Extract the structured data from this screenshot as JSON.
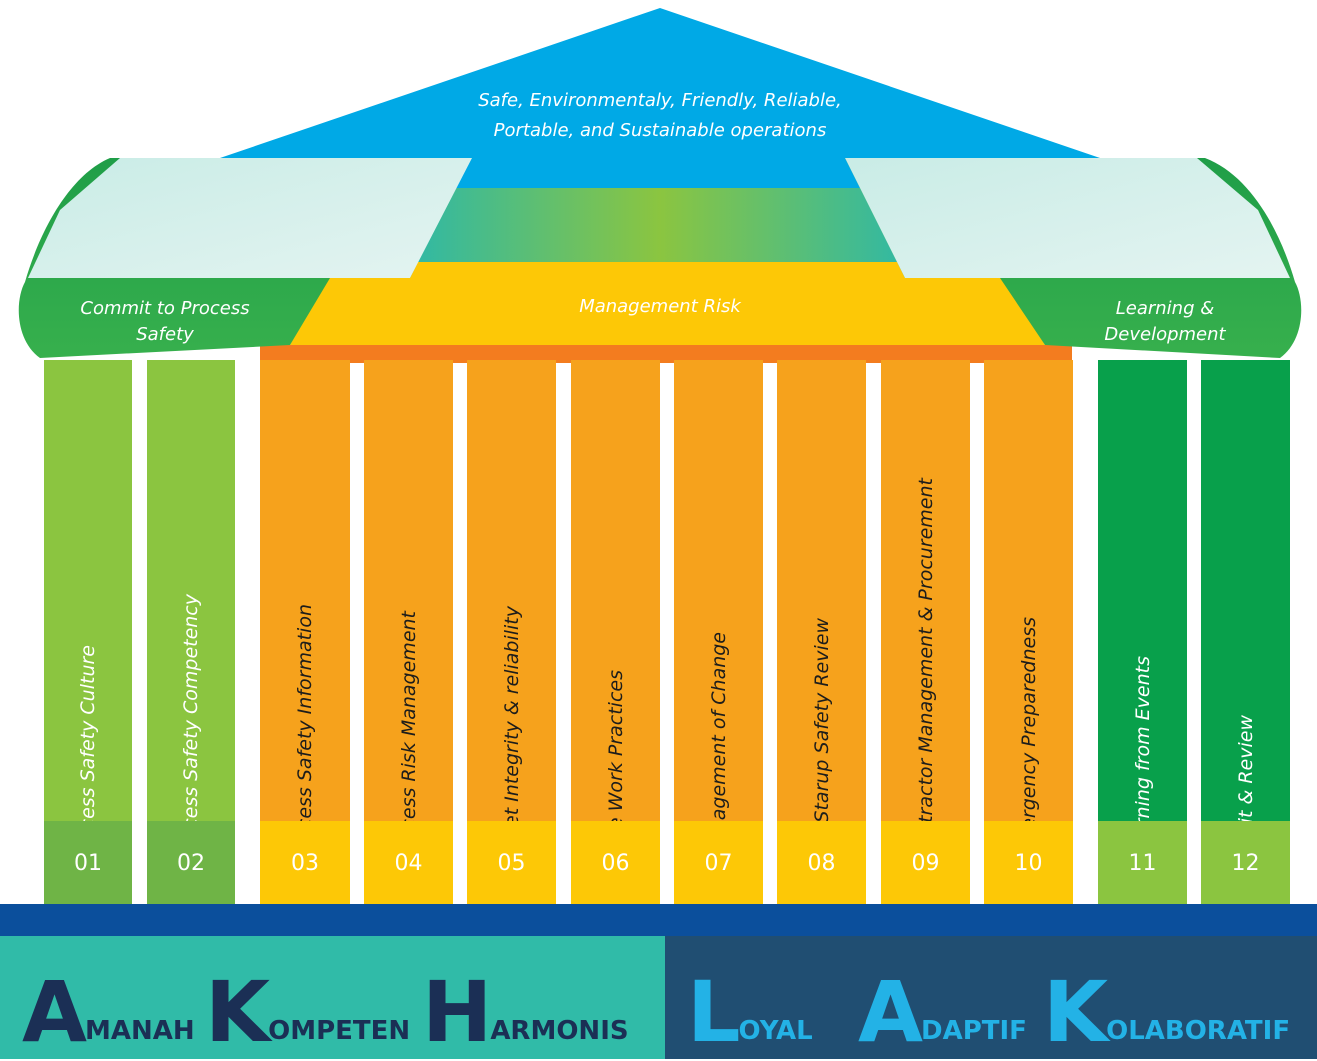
{
  "roof": {
    "line1": "Safe, Environmentaly, Friendly, Reliable,",
    "line2": "Portable, and Sustainable operations"
  },
  "banners": {
    "left": "Commit to Process Safety",
    "center": "Management Risk",
    "right": "Learning & Development"
  },
  "pillars": [
    {
      "label": "Process Safety Culture",
      "num": "01",
      "group": "commit"
    },
    {
      "label": "Process Safety Competency",
      "num": "02",
      "group": "commit"
    },
    {
      "label": "Process Safety Information",
      "num": "03",
      "group": "risk"
    },
    {
      "label": "Process Risk Management",
      "num": "04",
      "group": "risk"
    },
    {
      "label": "Asset Integrity & reliability",
      "num": "05",
      "group": "risk"
    },
    {
      "label": "Safe Work Practices",
      "num": "06",
      "group": "risk"
    },
    {
      "label": "Management of Change",
      "num": "07",
      "group": "risk"
    },
    {
      "label": "Pre-Starup Safety Review",
      "num": "08",
      "group": "risk"
    },
    {
      "label": "Contractor Management & Procurement",
      "num": "09",
      "group": "risk"
    },
    {
      "label": "Emergency Preparedness",
      "num": "10",
      "group": "risk"
    },
    {
      "label": "Learning from Events",
      "num": "11",
      "group": "learn"
    },
    {
      "label": "Audit & Review",
      "num": "12",
      "group": "learn"
    }
  ],
  "foundation": {
    "amanah": {
      "initial": "A",
      "rest": "MANAH"
    },
    "kompeten": {
      "initial": "K",
      "rest": "OMPETEN"
    },
    "harmonis": {
      "initial": "H",
      "rest": "ARMONIS"
    },
    "loyal": {
      "initial": "L",
      "rest": "OYAL"
    },
    "adaptif": {
      "initial": "A",
      "rest": "DAPTIF"
    },
    "kolaboratif": {
      "initial": "K",
      "rest": "OLABORATIF"
    }
  },
  "colors": {
    "roof_blue": "#00a9e6",
    "commit_green": "#8bc540",
    "commit_num": "#6fb446",
    "risk_orange": "#f6a21c",
    "risk_num": "#fdc806",
    "learn_green": "#08a04b",
    "learn_num": "#8bc540",
    "management_yellow": "#fdc806",
    "foundation_blue": "#0b4f9c",
    "found_teal": "#30bba8",
    "found_navy": "#204e72"
  }
}
